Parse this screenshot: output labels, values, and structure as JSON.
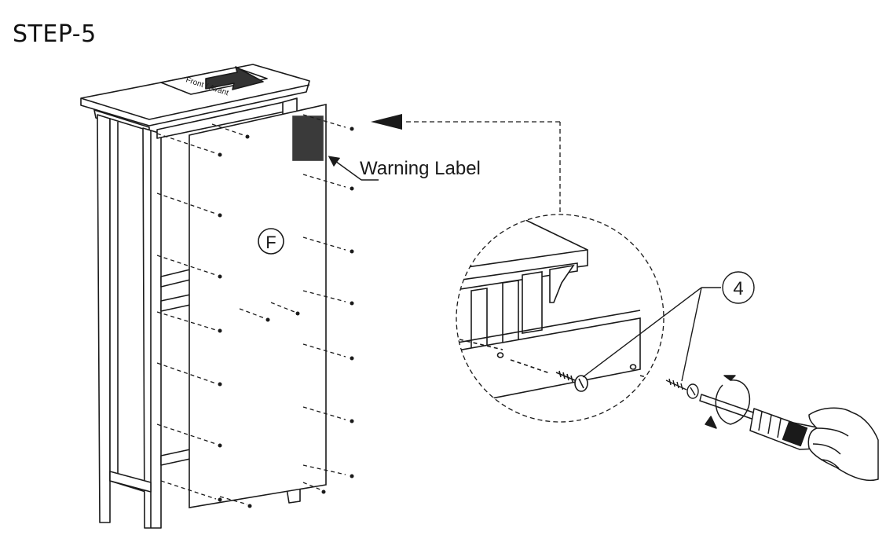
{
  "step_title": "STEP-5",
  "labels": {
    "warning": "Warning Label",
    "part_letter": "F",
    "screw_count": "4",
    "front_arrow_text": "Front / Avant"
  },
  "colors": {
    "line": "#1a1a1a",
    "warning_label_fill": "#3a3a3a",
    "background": "#ffffff"
  }
}
